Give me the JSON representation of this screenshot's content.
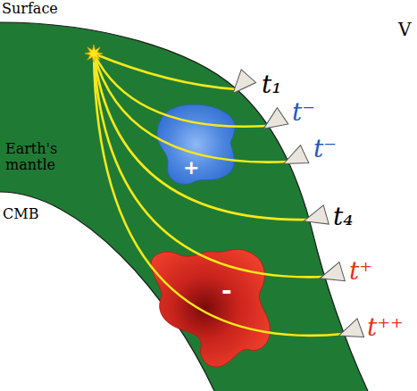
{
  "diagram": {
    "labels": [
      "Surface",
      "V",
      "t₁",
      "Earth's mantle",
      "t⁻",
      "+",
      "t⁻",
      "CMB",
      "t₄",
      "t⁺",
      "-",
      "t⁺⁺"
    ]
  }
}
